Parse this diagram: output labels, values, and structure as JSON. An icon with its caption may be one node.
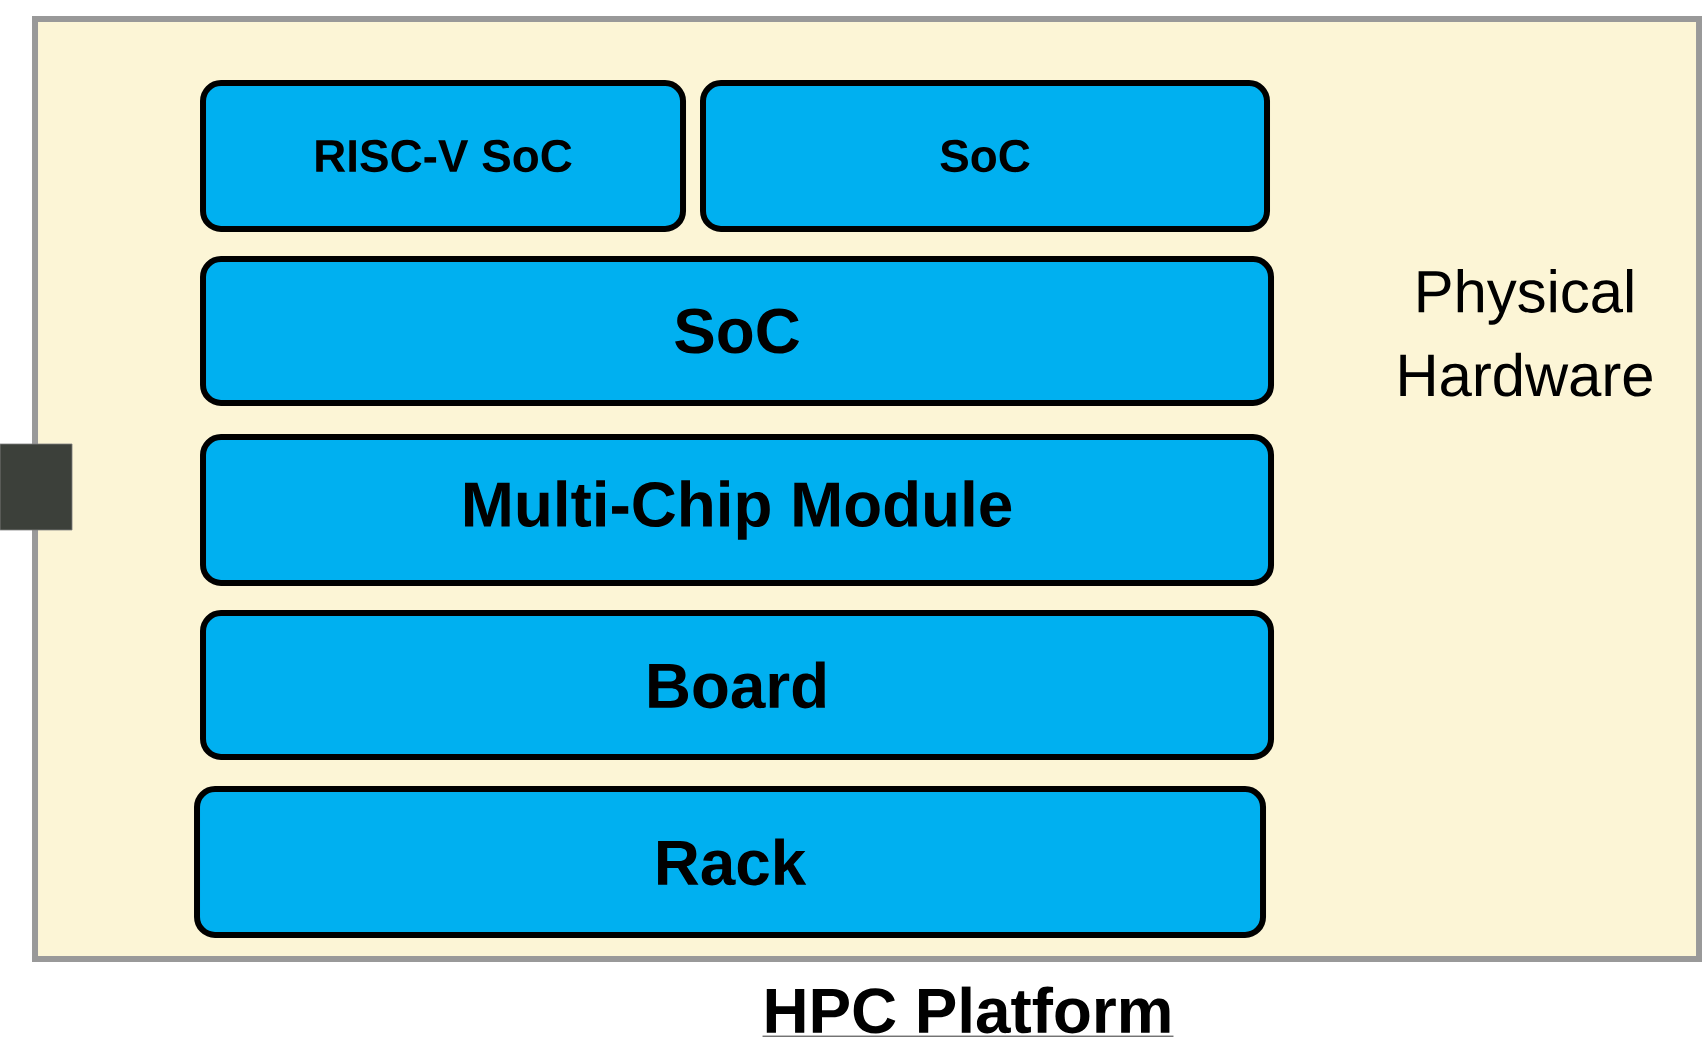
{
  "diagram": {
    "title": "HPC Platform",
    "nodes": [
      {
        "text": [
          "Physical Hardware"
        ]
      },
      {
        "text": [
          "RISC-V SoC"
        ],
        "in": 0
      },
      {
        "text": [
          "SoC"
        ],
        "in": 0
      },
      {
        "text": [
          "SoC"
        ],
        "in": 0
      },
      {
        "text": [
          "Multi-Chip Module"
        ],
        "in": 0
      },
      {
        "text": [
          "Board"
        ],
        "in": 0
      },
      {
        "text": [
          "Rack"
        ],
        "in": 0
      }
    ]
  }
}
